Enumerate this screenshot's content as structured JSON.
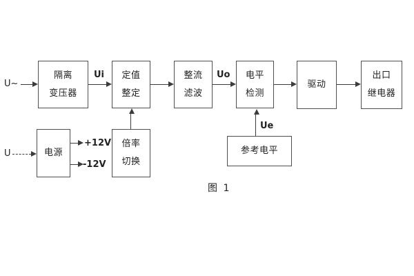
{
  "figure": {
    "caption": "图 1"
  },
  "inputs": {
    "ac_label": "U~",
    "dc_label": "U"
  },
  "signals": {
    "ui": "Ui",
    "uo": "Uo",
    "ue": "Ue"
  },
  "power_rails": {
    "positive": "+12V",
    "negative": "-12V"
  },
  "blocks": {
    "isolation_transformer": {
      "line1": "隔离",
      "line2": "变压器"
    },
    "setting_adjust": {
      "line1": "定值",
      "line2": "整定"
    },
    "rectifier_filter": {
      "line1": "整流",
      "line2": "滤波"
    },
    "level_detect": {
      "line1": "电平",
      "line2": "检测"
    },
    "drive": {
      "label": "驱动"
    },
    "output_relay": {
      "line1": "出口",
      "line2": "继电器"
    },
    "power_supply": {
      "label": "电源"
    },
    "ratio_switch": {
      "line1": "倍率",
      "line2": "切换"
    },
    "reference_level": {
      "label": "参考电平"
    }
  },
  "colors": {
    "background": "#ffffff",
    "box_border": "#4f4f4f",
    "text": "#222222",
    "line": "#3c3c3c"
  }
}
